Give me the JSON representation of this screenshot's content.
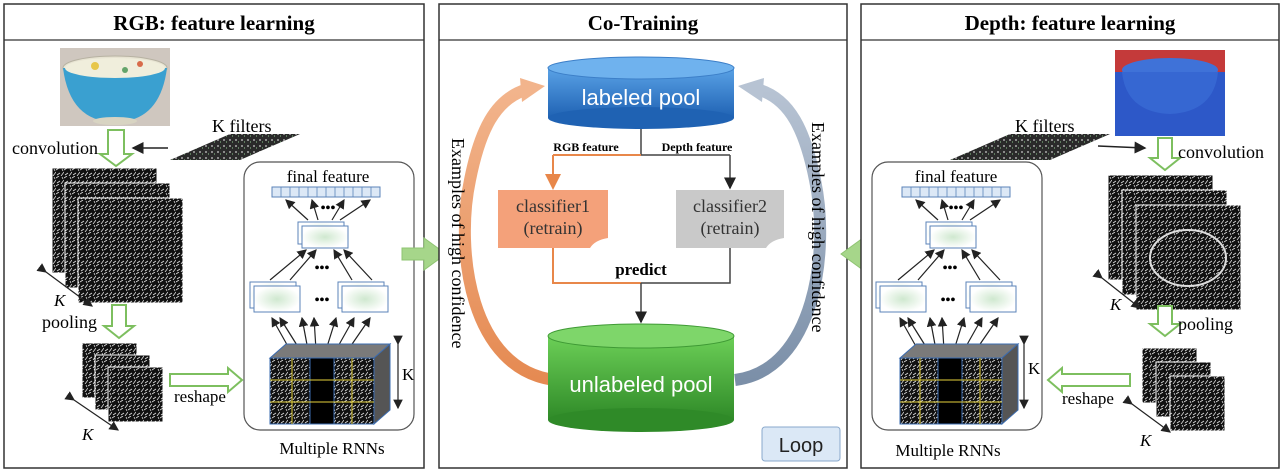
{
  "panels": {
    "rgb": {
      "title": "RGB: feature learning",
      "k_filters": "K filters",
      "convolution": "convolution",
      "pooling": "pooling",
      "reshape": "reshape",
      "k_label": "K",
      "final_feature": "final feature",
      "multiple_rnns": "Multiple RNNs",
      "dots": "•••"
    },
    "cotraining": {
      "title": "Co-Training",
      "labeled_pool": "labeled pool",
      "unlabeled_pool": "unlabeled pool",
      "rgb_feature": "RGB feature",
      "depth_feature": "Depth feature",
      "classifier1_line1": "classifier1",
      "classifier1_line2": "(retrain)",
      "classifier2_line1": "classifier2",
      "classifier2_line2": "(retrain)",
      "predict": "predict",
      "examples_left": "Examples of high confidence",
      "examples_right": "Examples of high confidence",
      "loop": "Loop"
    },
    "depth": {
      "title": "Depth: feature learning",
      "k_filters": "K filters",
      "convolution": "convolution",
      "pooling": "pooling",
      "reshape": "reshape",
      "k_label": "K",
      "final_feature": "final feature",
      "multiple_rnns": "Multiple RNNs",
      "dots": "•••"
    }
  },
  "colors": {
    "labeled_pool": "#2f78c8",
    "unlabeled_pool": "#3fa33a",
    "classifier1": "#f4a17a",
    "classifier2": "#c9c9c9",
    "orange_line": "#e8874a",
    "green_arrow": "#a6d68a"
  }
}
